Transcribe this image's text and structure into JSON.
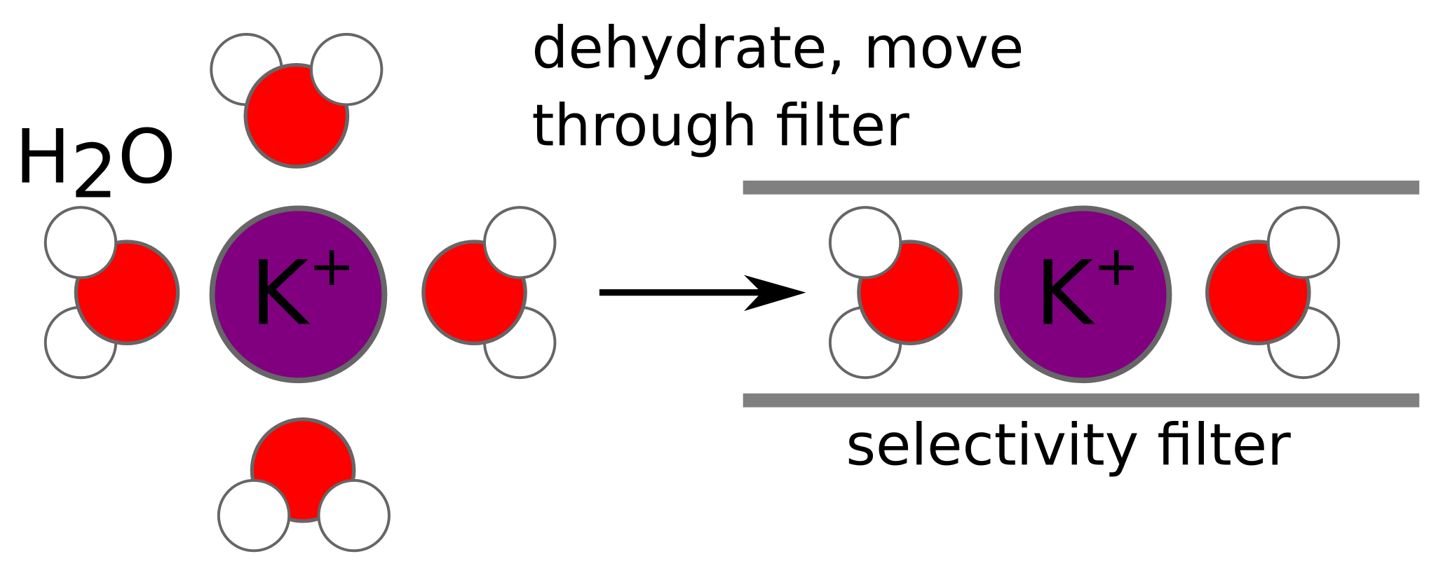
{
  "labels": {
    "h2o_main": "H",
    "h2o_sub": "2",
    "h2o_end": "O",
    "caption_line1": "dehydrate, move",
    "caption_line2": "through filter",
    "filter_label": "selectivity filter",
    "ion_symbol": "K",
    "ion_charge": "+"
  },
  "colors": {
    "oxygen": "#ff0000",
    "hydrogen": "#ffffff",
    "potassium": "#800080",
    "atom_outline": "#666666",
    "filter_wall": "#808080",
    "arrow": "#000000"
  }
}
